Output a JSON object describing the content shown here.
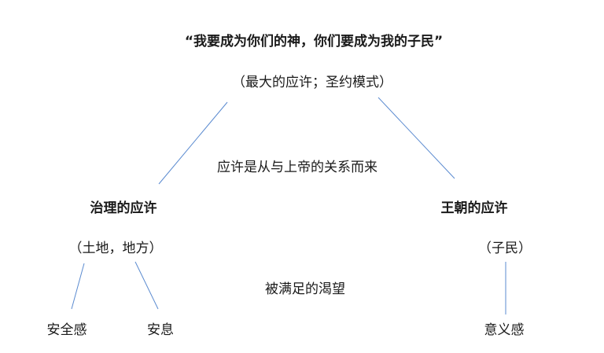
{
  "colors": {
    "connector": "#5b8bd0",
    "text": "#1a1a1a"
  },
  "root": {
    "title": "“我要成为你们的神，你们要成为我的子民”",
    "subtitle": "（最大的应许；圣约模式）"
  },
  "middle_note": "应许是从与上帝的关系而来",
  "left_branch": {
    "title": "治理的应许",
    "subtitle": "（土地，地方）",
    "children": [
      "安全感",
      "安息"
    ]
  },
  "right_branch": {
    "title": "王朝的应许",
    "subtitle": "（子民）",
    "children": [
      "意义感"
    ]
  },
  "bottom_note": "被满足的渴望"
}
